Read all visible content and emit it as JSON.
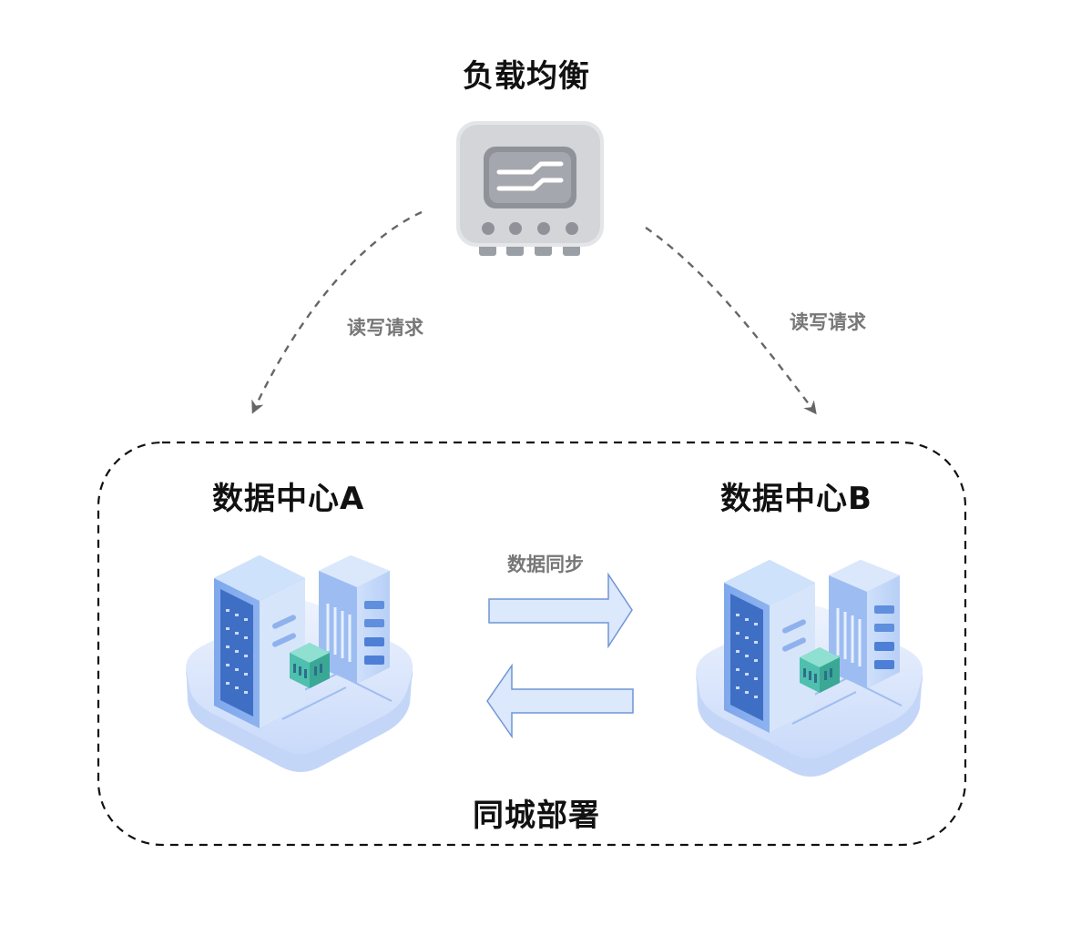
{
  "diagram": {
    "load_balancer": {
      "title": "负载均衡",
      "icon": "load-balancer-icon"
    },
    "edges": [
      {
        "from": "load_balancer",
        "to": "datacenter_a",
        "label": "读写请求",
        "style": "dashed-arrow"
      },
      {
        "from": "load_balancer",
        "to": "datacenter_b",
        "label": "读写请求",
        "style": "dashed-arrow"
      }
    ],
    "group": {
      "label": "同城部署",
      "style": "dashed-rounded-box"
    },
    "datacenter_a": {
      "title": "数据中心A",
      "icon": "datacenter-icon"
    },
    "datacenter_b": {
      "title": "数据中心B",
      "icon": "datacenter-icon"
    },
    "sync": {
      "label": "数据同步",
      "directions": [
        "A→B",
        "B→A"
      ]
    },
    "colors": {
      "title_text": "#111111",
      "label_text": "#777777",
      "dash_line": "#666666",
      "group_border": "#111111",
      "sync_arrow_fill": "#dce8fb",
      "sync_arrow_stroke": "#6f95d6",
      "device_body": "#d6d8dc",
      "device_screen": "#8e9298"
    }
  }
}
